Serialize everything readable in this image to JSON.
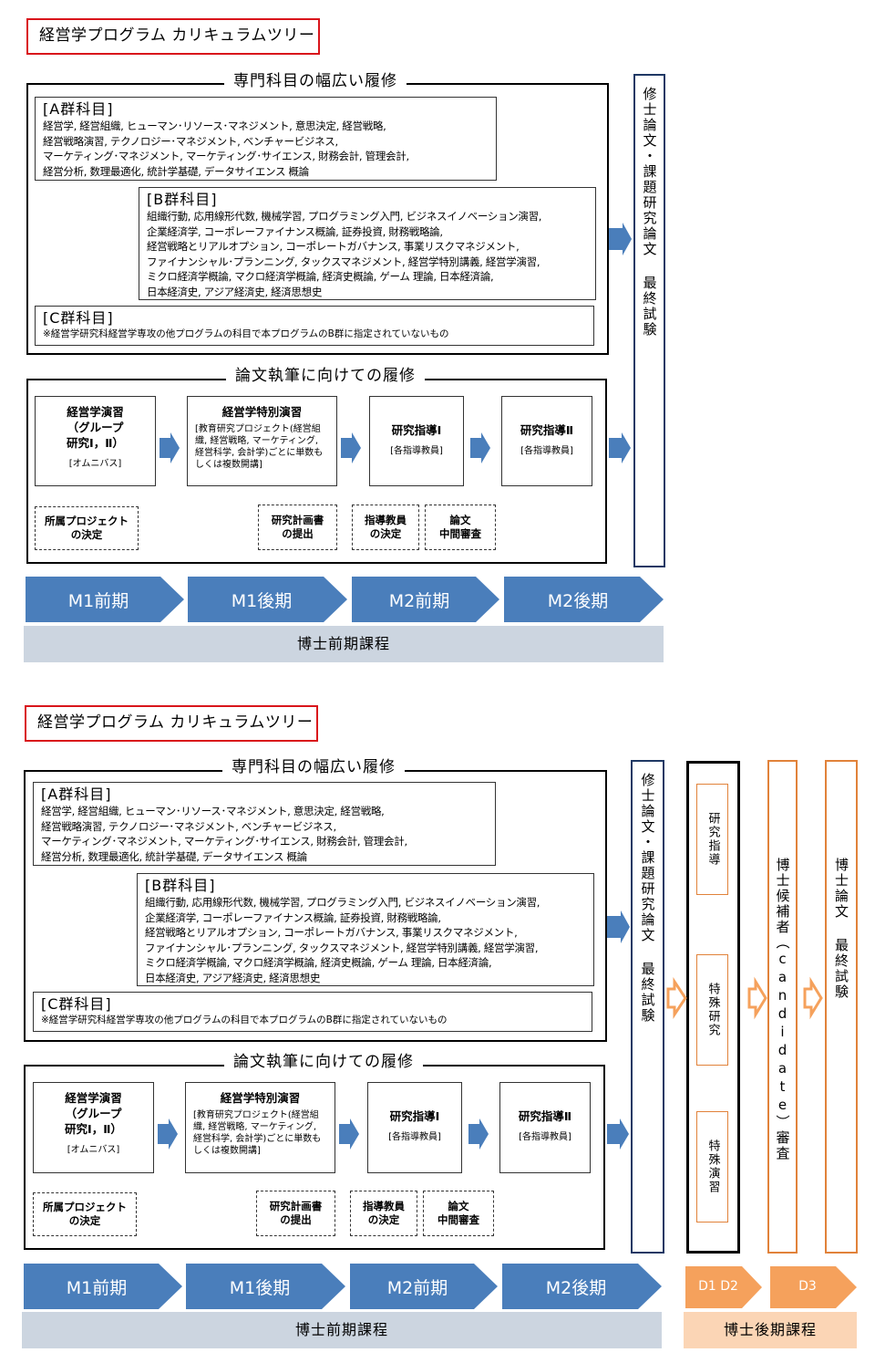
{
  "title": "経営学プログラム カリキュラムツリー",
  "specialized_legend": "専門科目の幅広い履修",
  "group_a": {
    "title": "[A群科目]",
    "lines": [
      "経営学, 経営組織, ヒューマン･リソース･マネジメント, 意思決定, 経営戦略,",
      "経営戦略演習, テクノロジー･マネジメント, ベンチャービジネス,",
      "マーケティング･マネジメント, マーケティング･サイエンス, 財務会計, 管理会計,",
      "経営分析, 数理最適化, 統計学基礎, データサイエンス 概論"
    ]
  },
  "group_b": {
    "title": "[B群科目]",
    "lines": [
      "組織行動, 応用線形代数, 機械学習, プログラミング入門, ビジネスイノベーション演習,",
      "企業経済学, コーポレーファイナンス概論, 証券投資, 財務戦略論,",
      "経営戦略とリアルオプション, コーポレートガバナンス, 事業リスクマネジメント,",
      "ファイナンシャル･プランニング, タックスマネジメント, 経営学特別講義, 経営学演習,",
      "ミクロ経済学概論, マクロ経済学概論, 経済史概論, ゲーム 理論, 日本経済論,",
      "日本経済史, アジア経済史, 経済思想史"
    ]
  },
  "group_c": {
    "title": "[C群科目]",
    "note": "※経営学研究科経営学専攻の他プログラムの科目で本プログラムのB群に指定されていないもの"
  },
  "thesis_legend": "論文執筆に向けての履修",
  "steps": [
    {
      "title": "経営学演習\n（グループ\n研究Ⅰ，Ⅱ）",
      "sub": "[オムニバス]"
    },
    {
      "title": "経営学特別演習",
      "sub": "[教育研究プロジェクト(経営組織, 経営戦略, マーケティング, 経営科学, 会計学)ごとに単数もしくは複数開講]"
    },
    {
      "title": "研究指導Ⅰ",
      "sub": "[各指導教員]"
    },
    {
      "title": "研究指導Ⅱ",
      "sub": "[各指導教員]"
    }
  ],
  "milestones": [
    "所属プロジェクト\nの決定",
    "研究計画書\nの提出",
    "指導教員\nの決定",
    "論文\n中間審査"
  ],
  "masters_final": "修士論文・課題研究論文 最終試験",
  "semesters": [
    "M1前期",
    "M1後期",
    "M2前期",
    "M2後期"
  ],
  "masters_band": "博士前期課程",
  "doctoral": {
    "guidance": [
      "研究指導",
      "特殊研究",
      "特殊演習"
    ],
    "candidate": "博士候補者（candidate）審査",
    "final": "博士論文 最終試験",
    "semesters": [
      "D1 D2",
      "D3"
    ],
    "band": "博士後期課程"
  },
  "colors": {
    "title_border": "#d9151b",
    "arrow_blue": "#4a7ebb",
    "arrow_orange": "#f5a15c",
    "band_blue": "#ccd5e0",
    "band_orange": "#fbd5b5",
    "orange_border": "#e1823a"
  }
}
